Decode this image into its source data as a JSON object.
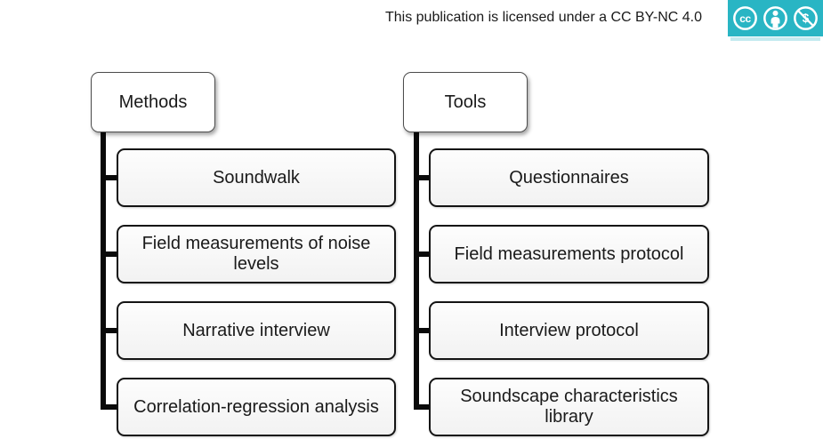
{
  "header": {
    "license_text": "This publication is licensed under a CC BY-NC 4.0",
    "badge": {
      "background_color": "#29b5c4",
      "icon_color": "#ffffff",
      "icons": [
        "cc-icon",
        "attribution-person-icon",
        "non-commercial-icon"
      ]
    }
  },
  "diagram": {
    "columns": [
      {
        "root": "Methods",
        "children": [
          "Soundwalk",
          "Field measurements of noise levels",
          "Narrative interview",
          "Correlation-regression analysis"
        ]
      },
      {
        "root": "Tools",
        "children": [
          "Questionnaires",
          "Field measurements protocol",
          "Interview protocol",
          "Soundscape characteristics library"
        ]
      }
    ]
  }
}
